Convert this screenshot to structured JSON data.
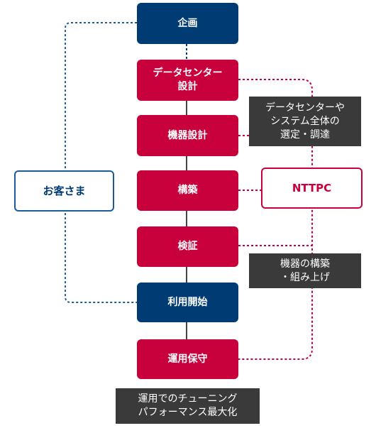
{
  "process": {
    "planning": "企画",
    "datacenter_design": "データセンター\n設計",
    "equipment_design": "機器設計",
    "construction": "構築",
    "verification": "検証",
    "start_of_use": "利用開始",
    "operation_maintenance": "運用保守"
  },
  "actors": {
    "customer": "お客さま",
    "provider": "NTTPC"
  },
  "notes": {
    "selection": "データセンターや\nシステム全体の\n選定・調達",
    "build": "機器の構築\n・組み上げ",
    "tuning": "運用でのチューニング\nパフォーマンス最大化"
  },
  "colors": {
    "customer": "#003b73",
    "provider": "#c8003c",
    "note_bg": "#3a3a3a"
  }
}
